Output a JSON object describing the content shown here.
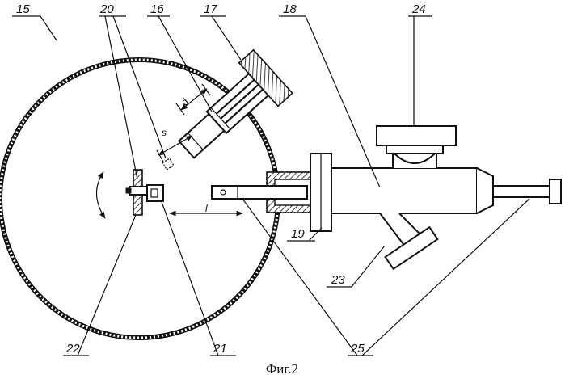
{
  "figure": {
    "caption": "Фиг.2",
    "labels": {
      "l15": "15",
      "l20": "20",
      "l16": "16",
      "l17": "17",
      "l18": "18",
      "l24": "24",
      "l19": "19",
      "l23": "23",
      "l22": "22",
      "l21": "21",
      "l25": "25"
    },
    "dimensions": {
      "d": "d",
      "s": "s",
      "l": "l"
    },
    "colors": {
      "ink": "#111111",
      "paper": "#ffffff"
    }
  }
}
